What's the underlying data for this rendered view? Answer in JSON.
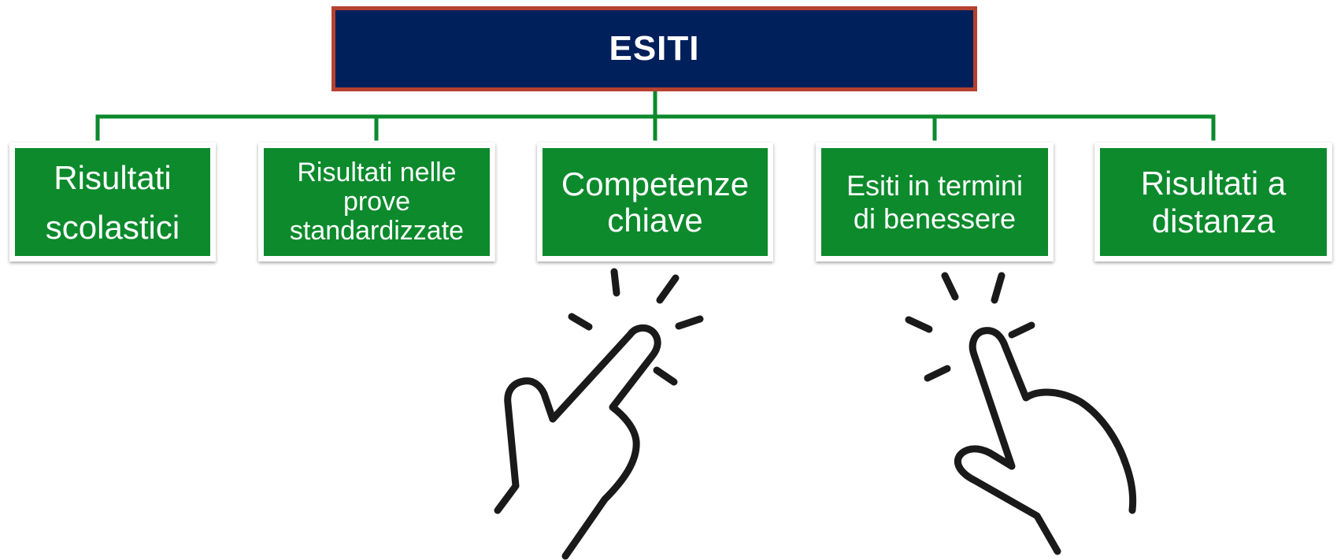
{
  "diagram": {
    "root": {
      "label": "ESITI"
    },
    "children": [
      {
        "label": "Risultati\nscolastici"
      },
      {
        "label": "Risultati nelle\nprove\nstandardizzate"
      },
      {
        "label": "Competenze\nchiave"
      },
      {
        "label": "Esiti in termini\ndi benessere"
      },
      {
        "label": "Risultati a\ndistanza"
      }
    ]
  },
  "colors": {
    "root_fill": "#00205b",
    "root_border": "#b5412f",
    "box_fill": "#0c8a2c",
    "connector": "#0c8a2c",
    "text": "#ffffff",
    "hand_stroke": "#1a1a1a"
  },
  "icons": {
    "hand_1": "tap-gesture-icon",
    "hand_2": "tap-gesture-icon"
  }
}
